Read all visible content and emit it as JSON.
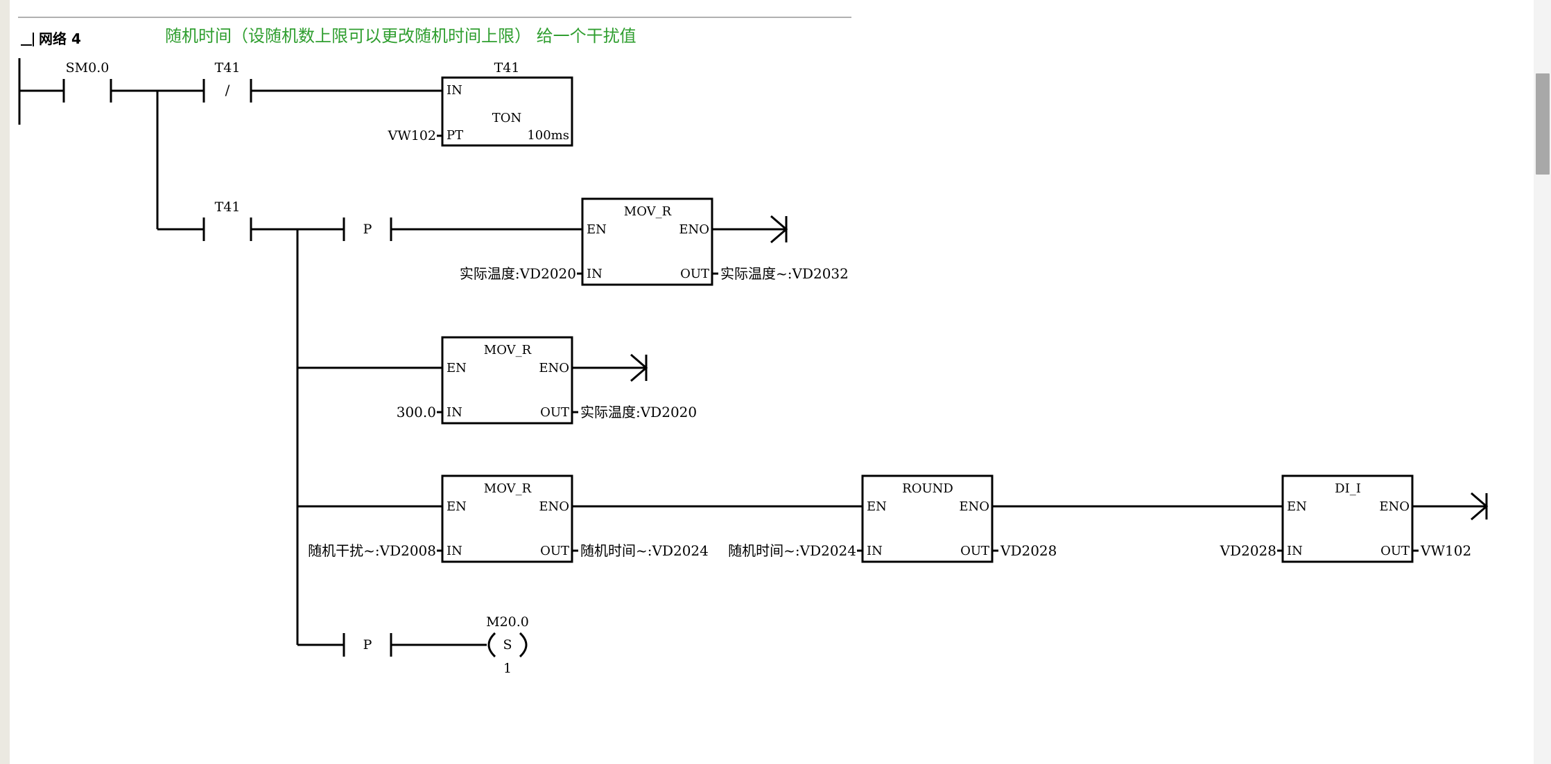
{
  "network": {
    "title": "网络 4",
    "comment": "随机时间（设随机数上限可以更改随机时间上限） 给一个干扰值"
  },
  "contacts": {
    "sm00": {
      "label": "SM0.0"
    },
    "t41_nc": {
      "label": "T41",
      "symbol": "/"
    },
    "t41_no": {
      "label": "T41"
    },
    "p1": {
      "symbol": "P"
    },
    "p2": {
      "symbol": "P"
    }
  },
  "ton": {
    "name": "T41",
    "type": "TON",
    "pin_in": "IN",
    "pin_pt": "PT",
    "resolution": "100ms",
    "pt_operand": "VW102"
  },
  "mov_r1": {
    "title": "MOV_R",
    "en": "EN",
    "eno": "ENO",
    "in": "IN",
    "out": "OUT",
    "in_operand": "实际温度:VD2020",
    "out_operand": "实际温度~:VD2032"
  },
  "mov_r2": {
    "title": "MOV_R",
    "en": "EN",
    "eno": "ENO",
    "in": "IN",
    "out": "OUT",
    "in_operand": "300.0",
    "out_operand": "实际温度:VD2020"
  },
  "mov_r3": {
    "title": "MOV_R",
    "en": "EN",
    "eno": "ENO",
    "in": "IN",
    "out": "OUT",
    "in_operand": "随机干扰~:VD2008",
    "out_operand": "随机时间~:VD2024"
  },
  "round": {
    "title": "ROUND",
    "en": "EN",
    "eno": "ENO",
    "in": "IN",
    "out": "OUT",
    "in_operand": "随机时间~:VD2024",
    "out_operand": "VD2028"
  },
  "di_i": {
    "title": "DI_I",
    "en": "EN",
    "eno": "ENO",
    "in": "IN",
    "out": "OUT",
    "in_operand": "VD2028",
    "out_operand": "VW102"
  },
  "coil": {
    "operand": "M20.0",
    "symbol": "S",
    "count": "1"
  },
  "colors": {
    "comment": "#2f9e2f",
    "wire": "#000000",
    "scrollbar_thumb": "#a8a8a8"
  }
}
